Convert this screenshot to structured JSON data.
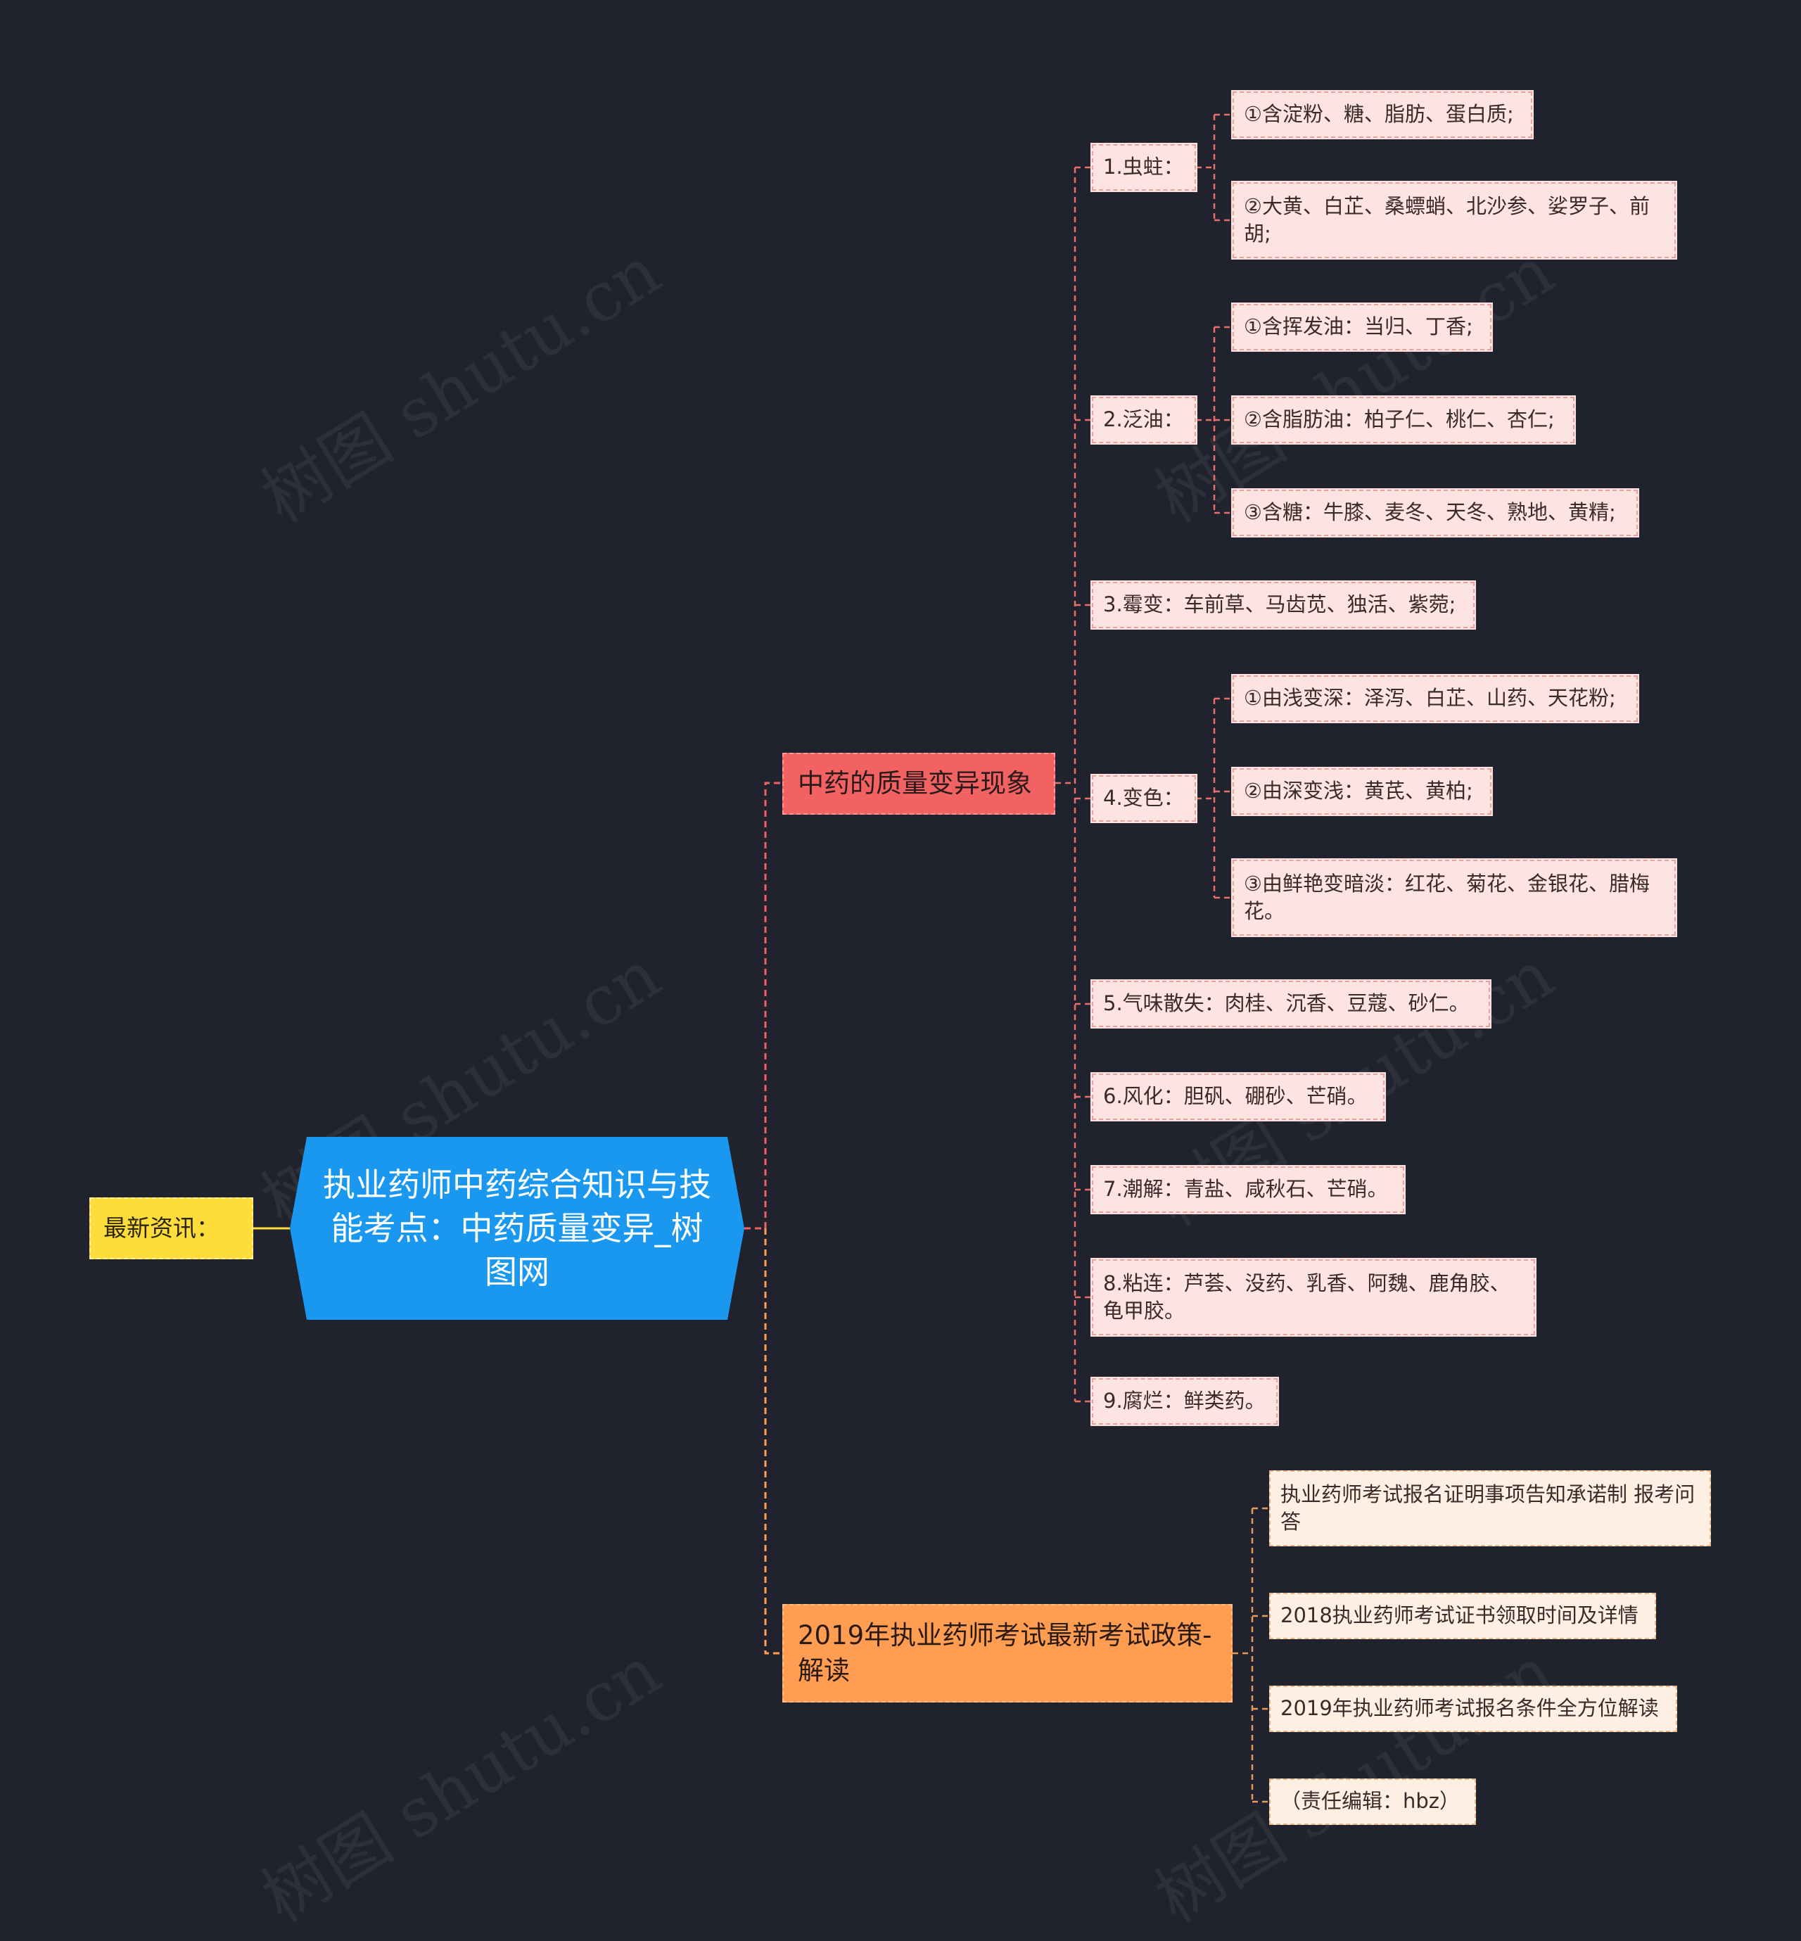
{
  "root": {
    "title": "执业药师中药综合知识与技能考点：中药质量变异_树图网"
  },
  "side_tag": {
    "label": "最新资讯："
  },
  "branch_quality": {
    "label": "中药的质量变异现象",
    "items": [
      {
        "label": "1.虫蛀：",
        "children": [
          "①含淀粉、糖、脂肪、蛋白质;",
          "②大黄、白芷、桑螵蛸、北沙参、娑罗子、前胡;"
        ]
      },
      {
        "label": "2.泛油：",
        "children": [
          "①含挥发油：当归、丁香;",
          "②含脂肪油：柏子仁、桃仁、杏仁;",
          "③含糖：牛膝、麦冬、天冬、熟地、黄精;"
        ]
      },
      {
        "label": "3.霉变：车前草、马齿苋、独活、紫菀;",
        "children": []
      },
      {
        "label": "4.变色：",
        "children": [
          "①由浅变深：泽泻、白芷、山药、天花粉;",
          "②由深变浅：黄芪、黄柏;",
          "③由鲜艳变暗淡：红花、菊花、金银花、腊梅花。"
        ]
      },
      {
        "label": "5.气味散失：肉桂、沉香、豆蔻、砂仁。",
        "children": []
      },
      {
        "label": "6.风化：胆矾、硼砂、芒硝。",
        "children": []
      },
      {
        "label": "7.潮解：青盐、咸秋石、芒硝。",
        "children": []
      },
      {
        "label": "8.粘连：芦荟、没药、乳香、阿魏、鹿角胶、龟甲胶。",
        "children": []
      },
      {
        "label": "9.腐烂：鲜类药。",
        "children": []
      }
    ]
  },
  "branch_news": {
    "label": "2019年执业药师考试最新考试政策-解读",
    "items": [
      "执业药师考试报名证明事项告知承诺制 报考问答",
      "2018执业药师考试证书领取时间及详情",
      "2019年执业药师考试报名条件全方位解读",
      "（责任编辑：hbz）"
    ]
  },
  "watermark": "树图 shutu.cn",
  "colors": {
    "background": "#20222d",
    "root": "#1a98f0",
    "branch_red": "#f36262",
    "branch_orange": "#ff9e52",
    "side_tag": "#fddc3c",
    "leaf": "#fde3e1",
    "leaf_news": "#fdf0e3"
  }
}
